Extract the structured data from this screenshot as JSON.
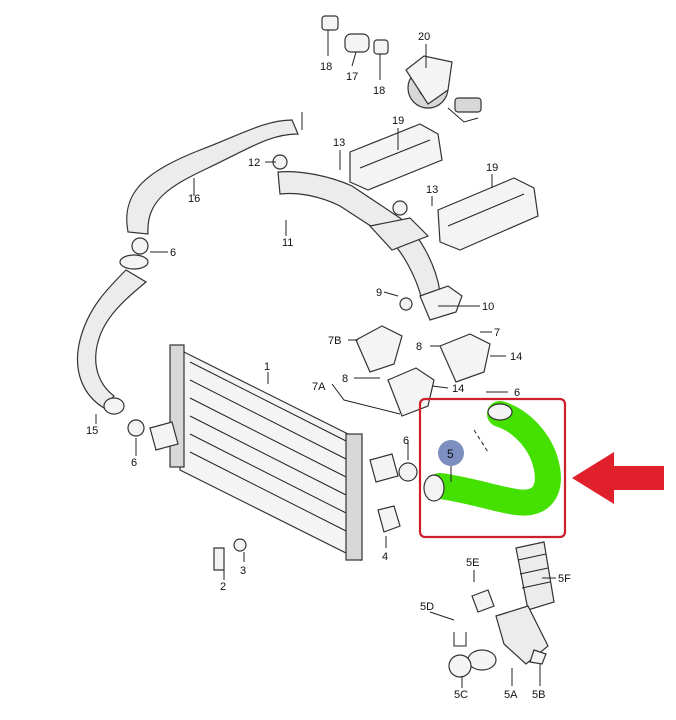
{
  "labels": {
    "p1": "1",
    "p2": "2",
    "p3": "3",
    "p4": "4",
    "p5": "5",
    "p5a": "5A",
    "p5b": "5B",
    "p5c": "5C",
    "p5d": "5D",
    "p5e": "5E",
    "p5f": "5F",
    "p6a": "6",
    "p6b": "6",
    "p6c": "6",
    "p6d": "6",
    "p7": "7",
    "p7a": "7A",
    "p7b": "7B",
    "p8a": "8",
    "p8b": "8",
    "p9": "9",
    "p10": "10",
    "p11": "11",
    "p12": "12",
    "p13a": "13",
    "p13b": "13",
    "p14a": "14",
    "p14b": "14",
    "p15": "15",
    "p16": "16",
    "p17": "17",
    "p18a": "18",
    "p18b": "18",
    "p19a": "19",
    "p19b": "19",
    "p20": "20"
  },
  "colors": {
    "highlight_hose": "#44e000",
    "highlight_frame": "#cc1f2a",
    "arrow": "#e0202a",
    "badge": "#7d8fc0"
  }
}
